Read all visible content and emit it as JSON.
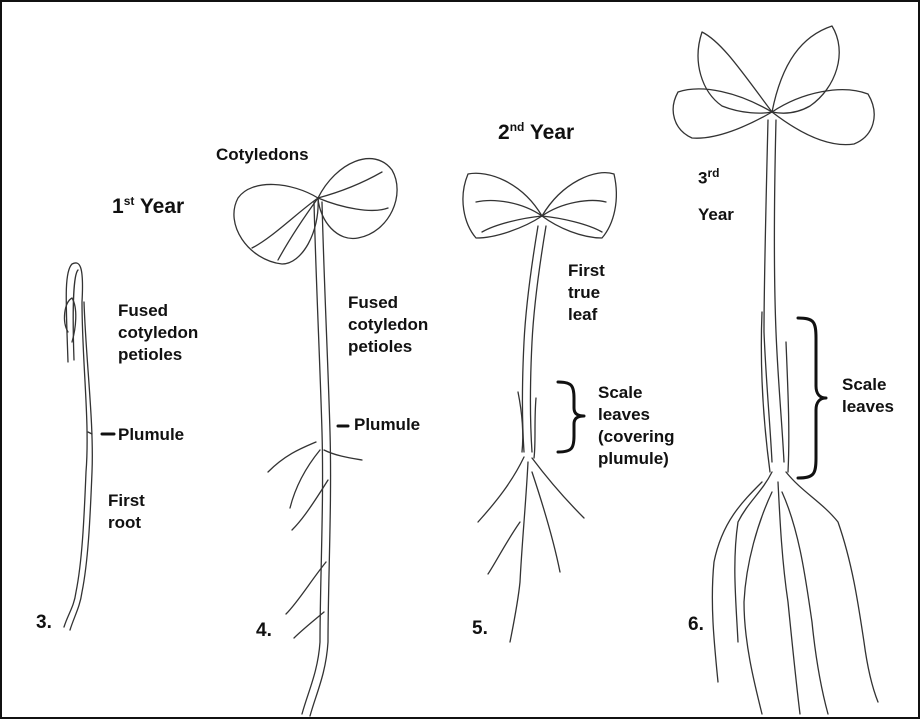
{
  "stages": [
    {
      "number": "3.",
      "labels": {
        "petioles": [
          "Fused",
          "cotyledon",
          "petioles"
        ],
        "plumule": "Plumule",
        "root": [
          "First",
          "root"
        ]
      }
    },
    {
      "number": "4.",
      "labels": {
        "cotyledons": "Cotyledons",
        "petioles": [
          "Fused",
          "cotyledon",
          "petioles"
        ],
        "plumule": "Plumule"
      }
    },
    {
      "number": "5.",
      "labels": {
        "true_leaf": [
          "First",
          "true",
          "leaf"
        ],
        "scale": [
          "Scale",
          "leaves",
          "(covering",
          "plumule)"
        ]
      }
    },
    {
      "number": "6.",
      "labels": {
        "scale": [
          "Scale",
          "leaves"
        ]
      }
    }
  ],
  "years": [
    {
      "ordinal": "1",
      "suffix": "st",
      "word": "Year"
    },
    {
      "ordinal": "2",
      "suffix": "nd",
      "word": "Year"
    },
    {
      "ordinal": "3",
      "suffix": "rd",
      "word": "Year"
    }
  ]
}
